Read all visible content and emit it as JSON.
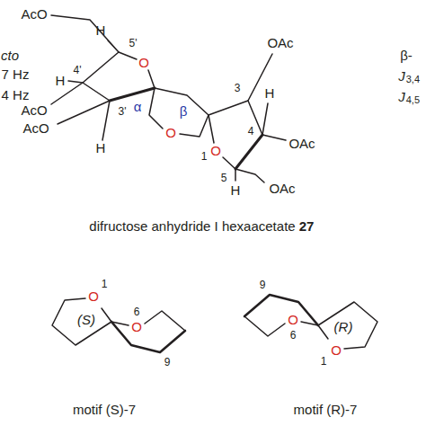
{
  "diagram": {
    "labels": [
      "cto",
      "7 Hz",
      "4 Hz",
      "β-",
      "J",
      "3,4",
      "J",
      "4,5",
      "AcO",
      "H",
      "5'",
      "O",
      "H",
      "4'",
      "AcO",
      "3'",
      "AcO",
      "H",
      "α",
      "O",
      "β",
      "3",
      "OAc",
      "H",
      "4",
      "OAc",
      "O",
      "1",
      "5",
      "H",
      "OAc",
      "difructose anhydride I hexaacetate",
      "27",
      "O",
      "1",
      "(S)",
      "O",
      "6",
      "9",
      "motif (S)-7",
      "9",
      "O",
      "6",
      "(R)",
      "O",
      "1",
      "motif (R)-7"
    ]
  }
}
